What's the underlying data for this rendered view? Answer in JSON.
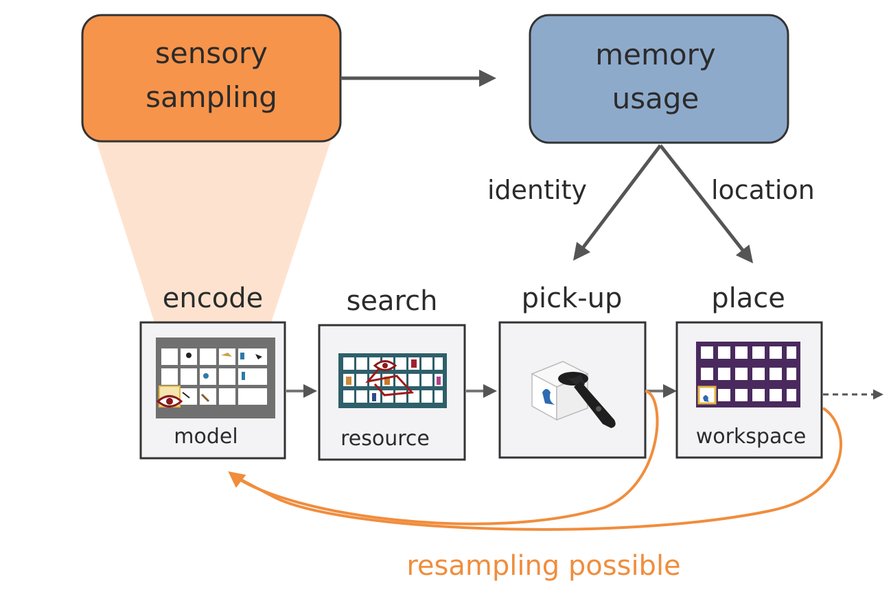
{
  "boxes": {
    "sensory_line1": "sensory",
    "sensory_line2": "sampling",
    "memory_line1": "memory",
    "memory_line2": "usage"
  },
  "edges": {
    "identity": "identity",
    "location": "location"
  },
  "stages": [
    {
      "title": "encode",
      "caption": "model"
    },
    {
      "title": "search",
      "caption": "resource"
    },
    {
      "title": "pick-up",
      "caption": ""
    },
    {
      "title": "place",
      "caption": "workspace"
    }
  ],
  "feedback": {
    "label": "resampling possible"
  },
  "colors": {
    "sensory_fill": "#f7944b",
    "memory_fill": "#8eaacb",
    "cone_fill": "#fde3cf",
    "arrow": "#555555",
    "feedback": "#f08d3d",
    "stage_fill": "#f3f3f5",
    "workspace_purple": "#4a2a5e",
    "resource_teal": "#2e5f6a"
  }
}
